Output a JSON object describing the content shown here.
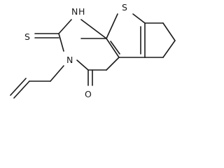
{
  "structure": {
    "description_type": "skeletal-formula",
    "atoms": {
      "n1": "N",
      "h1": "H",
      "s_ring": "S",
      "s_thione": "S",
      "n3": "N",
      "o": "O"
    }
  },
  "colors": {
    "background": "#ffffff",
    "ink": "#1a1a1a"
  }
}
